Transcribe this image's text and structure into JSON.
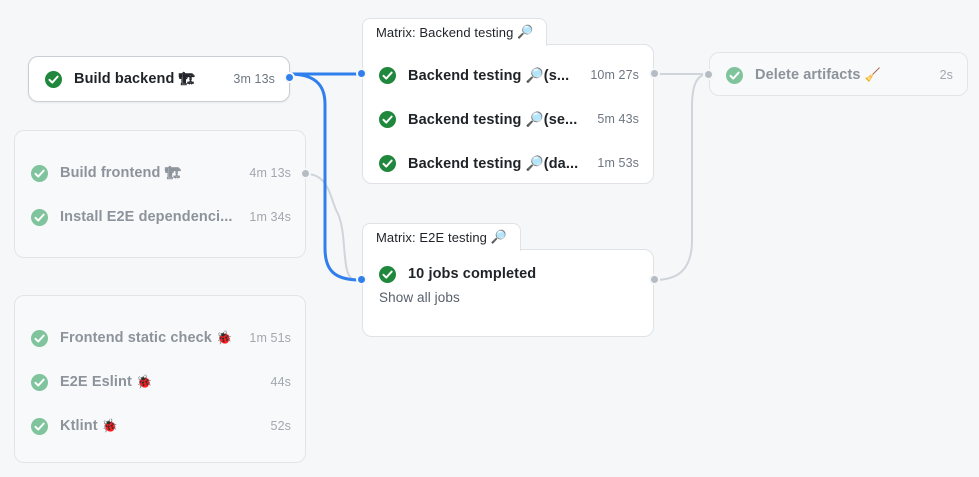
{
  "theme": {
    "page_bg": "#f6f7f9",
    "accent_blue": "#2f7fec",
    "edge_grey": "#cfd5db",
    "status_green": "#1f883d",
    "status_green_dim": "#7fc49c",
    "text_primary": "#1f2328",
    "text_muted": "#6e7781",
    "text_dim": "#8c939b",
    "card_border": "#dfe2e6"
  },
  "graph": {
    "nodes": [
      {
        "id": "build-backend",
        "kind": "selected-card",
        "rows": [
          {
            "status": "success",
            "label": "Build backend",
            "emoji": "🏗",
            "emoji_name": "building-construction-emoji",
            "duration": "3m 13s",
            "dimmed": false
          }
        ]
      },
      {
        "id": "frontend-group",
        "kind": "group-card",
        "rows": [
          {
            "status": "success",
            "label": "Build frontend",
            "emoji": "🏗",
            "emoji_name": "building-construction-emoji",
            "duration": "4m 13s",
            "dimmed": true
          },
          {
            "status": "success",
            "label": "Install E2E dependenci...",
            "emoji": "",
            "emoji_name": "",
            "duration": "1m 34s",
            "dimmed": true
          }
        ]
      },
      {
        "id": "lint-group",
        "kind": "group-card",
        "rows": [
          {
            "status": "success",
            "label": "Frontend static check",
            "emoji": "🐞",
            "emoji_name": "lady-beetle-emoji",
            "duration": "1m 51s",
            "dimmed": true
          },
          {
            "status": "success",
            "label": "E2E Eslint",
            "emoji": "🐞",
            "emoji_name": "lady-beetle-emoji",
            "duration": "44s",
            "dimmed": true
          },
          {
            "status": "success",
            "label": "Ktlint",
            "emoji": "🐞",
            "emoji_name": "lady-beetle-emoji",
            "duration": "52s",
            "dimmed": true
          }
        ]
      },
      {
        "id": "matrix-backend",
        "kind": "matrix-card",
        "tab_label": "Matrix: Backend testing",
        "tab_emoji": "🔎",
        "tab_emoji_name": "magnifying-glass-emoji",
        "rows": [
          {
            "status": "success",
            "label": "Backend testing 🔎(s...",
            "emoji": "",
            "emoji_name": "",
            "duration": "10m 27s",
            "dimmed": false
          },
          {
            "status": "success",
            "label": "Backend testing 🔎(se...",
            "emoji": "",
            "emoji_name": "",
            "duration": "5m 43s",
            "dimmed": false
          },
          {
            "status": "success",
            "label": "Backend testing 🔎(da...",
            "emoji": "",
            "emoji_name": "",
            "duration": "1m 53s",
            "dimmed": false
          }
        ]
      },
      {
        "id": "matrix-e2e",
        "kind": "matrix-card",
        "tab_label": "Matrix: E2E testing",
        "tab_emoji": "🔎",
        "tab_emoji_name": "magnifying-glass-emoji",
        "rows": [
          {
            "status": "success",
            "label": "10 jobs completed",
            "emoji": "",
            "emoji_name": "",
            "duration": "",
            "dimmed": false
          }
        ],
        "link_label": "Show all jobs"
      },
      {
        "id": "delete-artifacts",
        "kind": "card",
        "rows": [
          {
            "status": "success",
            "label": "Delete artifacts",
            "emoji": "🧹",
            "emoji_name": "broom-emoji",
            "duration": "2s",
            "dimmed": true
          }
        ]
      }
    ],
    "edges": [
      {
        "from": "build-backend",
        "to": "matrix-backend",
        "highlighted": true
      },
      {
        "from": "build-backend",
        "to": "matrix-e2e",
        "highlighted": true
      },
      {
        "from": "frontend-group",
        "to": "matrix-e2e",
        "highlighted": false
      },
      {
        "from": "matrix-backend",
        "to": "delete-artifacts",
        "highlighted": false
      },
      {
        "from": "matrix-e2e",
        "to": "delete-artifacts",
        "highlighted": false
      }
    ]
  }
}
